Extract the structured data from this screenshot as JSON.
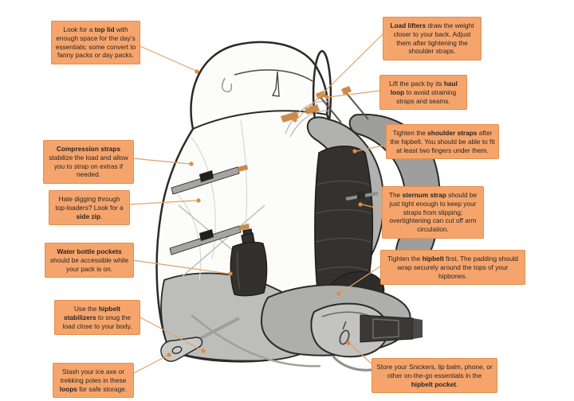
{
  "page": {
    "description": "Backpack anatomy and fitting guide diagram",
    "background": "#ffffff"
  },
  "colors": {
    "callout_bg": "#f5a56c",
    "callout_border": "#e28e4c",
    "callout_text": "#2a2421",
    "leader_line": "#e2a368",
    "leader_dot": "#df8a3f",
    "pack_outline": "#2b2a28",
    "pack_body": "#fcfcfb",
    "pack_gray": "#bdbdbb",
    "strap_gray": "#a5a5a3",
    "pad_dark": "#33322e",
    "webbing_tan": "#c98a4b"
  },
  "callouts": [
    {
      "id": "top-lid",
      "feature": "top lid",
      "side": "left",
      "segments": [
        {
          "t": "Look for a "
        },
        {
          "t": "top lid",
          "b": true
        },
        {
          "t": " with enough space for the day’s essentials; some convert to fanny packs or day packs."
        }
      ]
    },
    {
      "id": "compression-straps",
      "feature": "compression straps",
      "side": "left",
      "segments": [
        {
          "t": "Compression straps",
          "b": true
        },
        {
          "t": " stabilize the load and allow you to strap on extras if needed."
        }
      ]
    },
    {
      "id": "side-zip",
      "feature": "side zip",
      "side": "left",
      "segments": [
        {
          "t": "Hate digging through top-loaders? Look for a "
        },
        {
          "t": "side zip",
          "b": true
        },
        {
          "t": "."
        }
      ]
    },
    {
      "id": "water-bottle-pockets",
      "feature": "water bottle pockets",
      "side": "left",
      "segments": [
        {
          "t": "Water bottle pockets",
          "b": true
        },
        {
          "t": " should be accessible while your pack is on."
        }
      ]
    },
    {
      "id": "hipbelt-stabilizers",
      "feature": "hipbelt stabilizers",
      "side": "left",
      "segments": [
        {
          "t": "Use the "
        },
        {
          "t": "hipbelt stabilizers",
          "b": true
        },
        {
          "t": " to snug the load close to your body."
        }
      ]
    },
    {
      "id": "loops",
      "feature": "ice axe / trekking pole loops",
      "side": "left",
      "segments": [
        {
          "t": "Stash your ice axe or trekking poles in these "
        },
        {
          "t": "loops",
          "b": true
        },
        {
          "t": " for safe storage."
        }
      ]
    },
    {
      "id": "load-lifters",
      "feature": "load lifters",
      "side": "right",
      "segments": [
        {
          "t": "Load lifters",
          "b": true
        },
        {
          "t": " draw the weight closer to your back. Adjust them after tightening the shoulder straps."
        }
      ]
    },
    {
      "id": "haul-loop",
      "feature": "haul loop",
      "side": "right",
      "segments": [
        {
          "t": "Lift the pack by its "
        },
        {
          "t": "haul loop",
          "b": true
        },
        {
          "t": " to avoid straining straps and seams."
        }
      ]
    },
    {
      "id": "shoulder-straps",
      "feature": "shoulder straps",
      "side": "right",
      "segments": [
        {
          "t": "Tighten the "
        },
        {
          "t": "shoulder straps",
          "b": true
        },
        {
          "t": " after the hipbelt. You should be able to fit at least two fingers under them."
        }
      ]
    },
    {
      "id": "sternum-strap",
      "feature": "sternum strap",
      "side": "right",
      "segments": [
        {
          "t": "The "
        },
        {
          "t": "sternum strap",
          "b": true
        },
        {
          "t": " should be just tight enough to keep your straps from slipping; overtightening can cut off arm circulation."
        }
      ]
    },
    {
      "id": "hipbelt",
      "feature": "hipbelt",
      "side": "right",
      "segments": [
        {
          "t": "Tighten the "
        },
        {
          "t": "hipbelt",
          "b": true
        },
        {
          "t": " first. The padding should wrap securely around the tops of your hipbones."
        }
      ]
    },
    {
      "id": "hipbelt-pocket",
      "feature": "hipbelt pocket",
      "side": "right",
      "segments": [
        {
          "t": "Store your Snickers, lip balm, phone, or other on-the-go essentials in the "
        },
        {
          "t": "hipbelt pocket",
          "b": true
        },
        {
          "t": "."
        }
      ]
    }
  ]
}
